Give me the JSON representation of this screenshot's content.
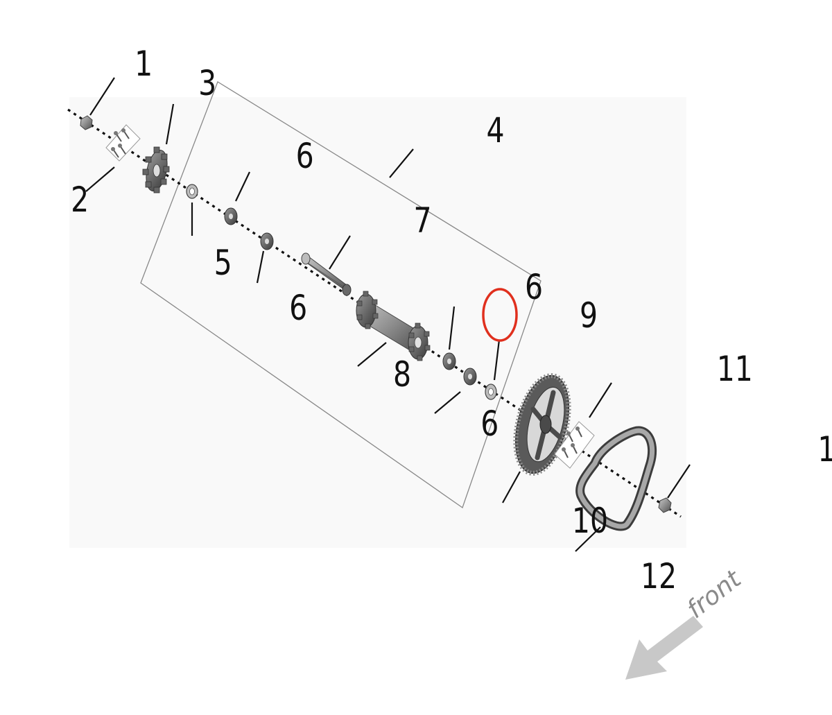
{
  "diagram": {
    "callouts": [
      {
        "id": "c1a",
        "label": "1"
      },
      {
        "id": "c2",
        "label": "2"
      },
      {
        "id": "c3",
        "label": "3"
      },
      {
        "id": "c4",
        "label": "4"
      },
      {
        "id": "c6a",
        "label": "6"
      },
      {
        "id": "c5",
        "label": "5"
      },
      {
        "id": "c6b",
        "label": "6"
      },
      {
        "id": "c7",
        "label": "7"
      },
      {
        "id": "c8",
        "label": "8"
      },
      {
        "id": "c6c",
        "label": "6"
      },
      {
        "id": "c9",
        "label": "9"
      },
      {
        "id": "c6d",
        "label": "6"
      },
      {
        "id": "c10",
        "label": "10"
      },
      {
        "id": "c11",
        "label": "11"
      },
      {
        "id": "c1b",
        "label": "1"
      },
      {
        "id": "c12",
        "label": "12"
      }
    ],
    "highlighted_callout": "9",
    "direction_label": "front",
    "colors": {
      "highlight_circle": "#e0301e",
      "direction_arrow": "#c8c8c8",
      "outline": "#888888",
      "part_dark": "#4a4a4a",
      "part_light": "#9a9a9a"
    }
  }
}
